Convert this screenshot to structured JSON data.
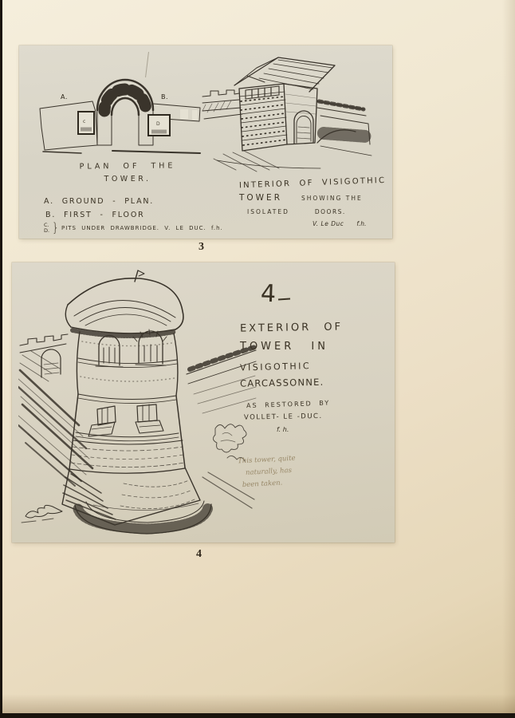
{
  "plate3": {
    "figure_number": "3",
    "plan": {
      "label_a": "A.",
      "label_b": "B.",
      "label_c": "c",
      "label_d": "D",
      "caption_line1": "PLAN OF THE",
      "caption_line2": "TOWER.",
      "legend_line_a": "A. GROUND - PLAN.",
      "legend_line_b": "B. FIRST - FLOOR",
      "legend_c": "C.",
      "legend_d": "D.",
      "legend_brace": "}",
      "legend_cd_text": "PITS UNDER DRAWBRIDGE.  V. LE DUC.  f.h."
    },
    "sketch_caption": {
      "line1": "INTERIOR OF VISIGOTHIC",
      "line2_left": "TOWER",
      "line2_right": "SHOWING THE",
      "line3_left": "ISOLATED",
      "line3_right": "DOORS.",
      "attribution": "V. Le Duc",
      "initials": "f.h."
    }
  },
  "plate4": {
    "figure_number": "4",
    "handwritten_number": "4",
    "caption_line1": "EXTERIOR OF",
    "caption_line2": "TOWER IN",
    "caption_line3": "VISIGOTHIC",
    "caption_line4": "CARCASSONNE.",
    "sub_line1": "AS RESTORED BY",
    "sub_line2": "VOLLET- LE -DUC.",
    "sub_line3": "f. h.",
    "note_line1": "This tower, quite",
    "note_line2": "naturally, has",
    "note_line3": "been taken."
  },
  "colors": {
    "page_cream": "#efe5cd",
    "plate_gray": "#d9d4c6",
    "ink": "#2e2820",
    "pencil": "#988868",
    "backdrop": "#1a140d"
  }
}
